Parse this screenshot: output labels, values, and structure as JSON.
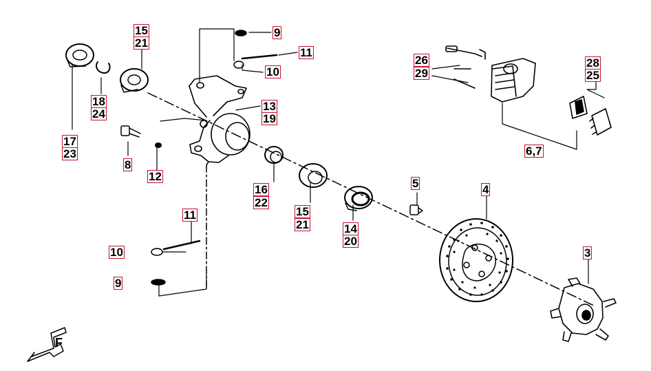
{
  "diagram": {
    "labels": {
      "p15_top": "15",
      "p21_top": "21",
      "p9_top": "9",
      "p11_top": "11",
      "p10_top": "10",
      "p13": "13",
      "p19": "19",
      "p18": "18",
      "p24": "24",
      "p17": "17",
      "p23": "23",
      "p8": "8",
      "p12": "12",
      "p16": "16",
      "p22": "22",
      "p15_mid": "15",
      "p21_mid": "21",
      "p14": "14",
      "p20": "20",
      "p11_bot": "11",
      "p10_bot": "10",
      "p9_bot": "9",
      "p26": "26",
      "p29": "29",
      "p28": "28",
      "p25": "25",
      "p6_7": "6,7",
      "p5": "5",
      "p4": "4",
      "p3": "3"
    },
    "front_mark": "F",
    "colors": {
      "label_border": "#c8102e",
      "line": "#000000",
      "background": "#ffffff"
    }
  }
}
